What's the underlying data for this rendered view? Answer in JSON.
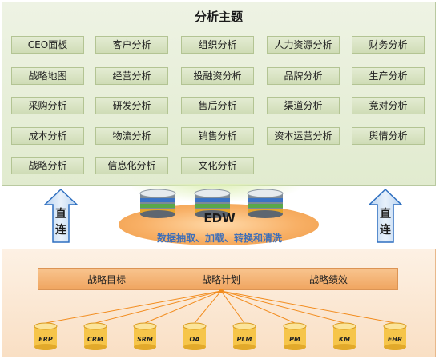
{
  "top": {
    "title": "分析主题",
    "rows": [
      [
        "CEO面板",
        "客户分析",
        "组织分析",
        "人力资源分析",
        "财务分析"
      ],
      [
        "战略地图",
        "经营分析",
        "投融资分析",
        "品牌分析",
        "生产分析"
      ],
      [
        "采购分析",
        "研发分析",
        "售后分析",
        "渠道分析",
        "竞对分析"
      ],
      [
        "成本分析",
        "物流分析",
        "销售分析",
        "资本运营分析",
        "舆情分析"
      ],
      [
        "战略分析",
        "信息化分析",
        "文化分析"
      ]
    ]
  },
  "middle": {
    "edw": "EDW",
    "subtitle": "数据抽取、加载、转换和清洗",
    "left_arrow": [
      "直",
      "连"
    ],
    "right_arrow": [
      "直",
      "连"
    ]
  },
  "bottom": {
    "strategy": [
      "战略目标",
      "战略计划",
      "战略绩效"
    ],
    "sources": [
      "ERP",
      "CRM",
      "SRM",
      "OA",
      "PLM",
      "PM",
      "KM",
      "EHR"
    ]
  },
  "colors": {
    "accent_green": "#e1ebcf",
    "accent_orange": "#f0a560",
    "arrow_blue": "#2e6fc0",
    "connector": "#f28c1e"
  }
}
